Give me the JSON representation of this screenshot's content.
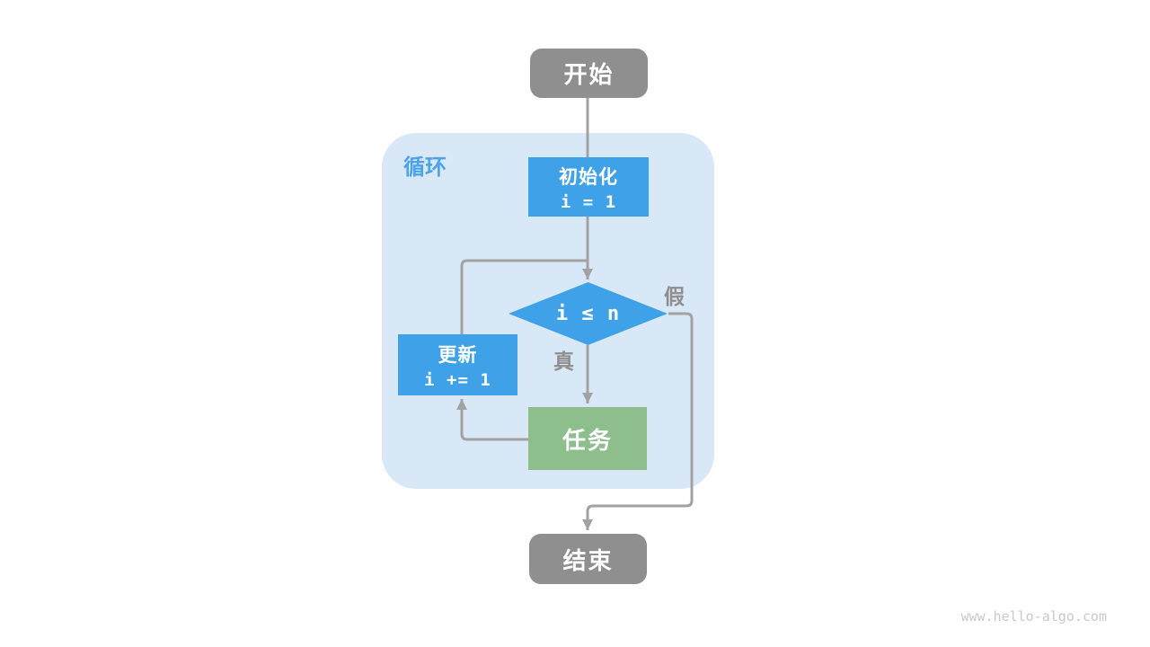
{
  "watermark": "www.hello-algo.com",
  "loop_container": {
    "label": "循环"
  },
  "nodes": {
    "start": {
      "label": "开始"
    },
    "init": {
      "label": "初始化",
      "code": "i = 1"
    },
    "condition": {
      "code": "i ≤ n"
    },
    "update": {
      "label": "更新",
      "code": "i += 1"
    },
    "task": {
      "label": "任务"
    },
    "end": {
      "label": "结束"
    }
  },
  "edge_labels": {
    "true_branch": "真",
    "false_branch": "假"
  },
  "colors": {
    "terminal_fill": "#8f8f8f",
    "process_fill": "#3fa2e9",
    "task_fill": "#8dbe8c",
    "container_fill": "#d9e8f7",
    "connector": "#a2a2a2",
    "loop_label_text": "#4da3ea",
    "branch_label_text": "#8e8e8e",
    "watermark_text": "#c9c9c9"
  }
}
